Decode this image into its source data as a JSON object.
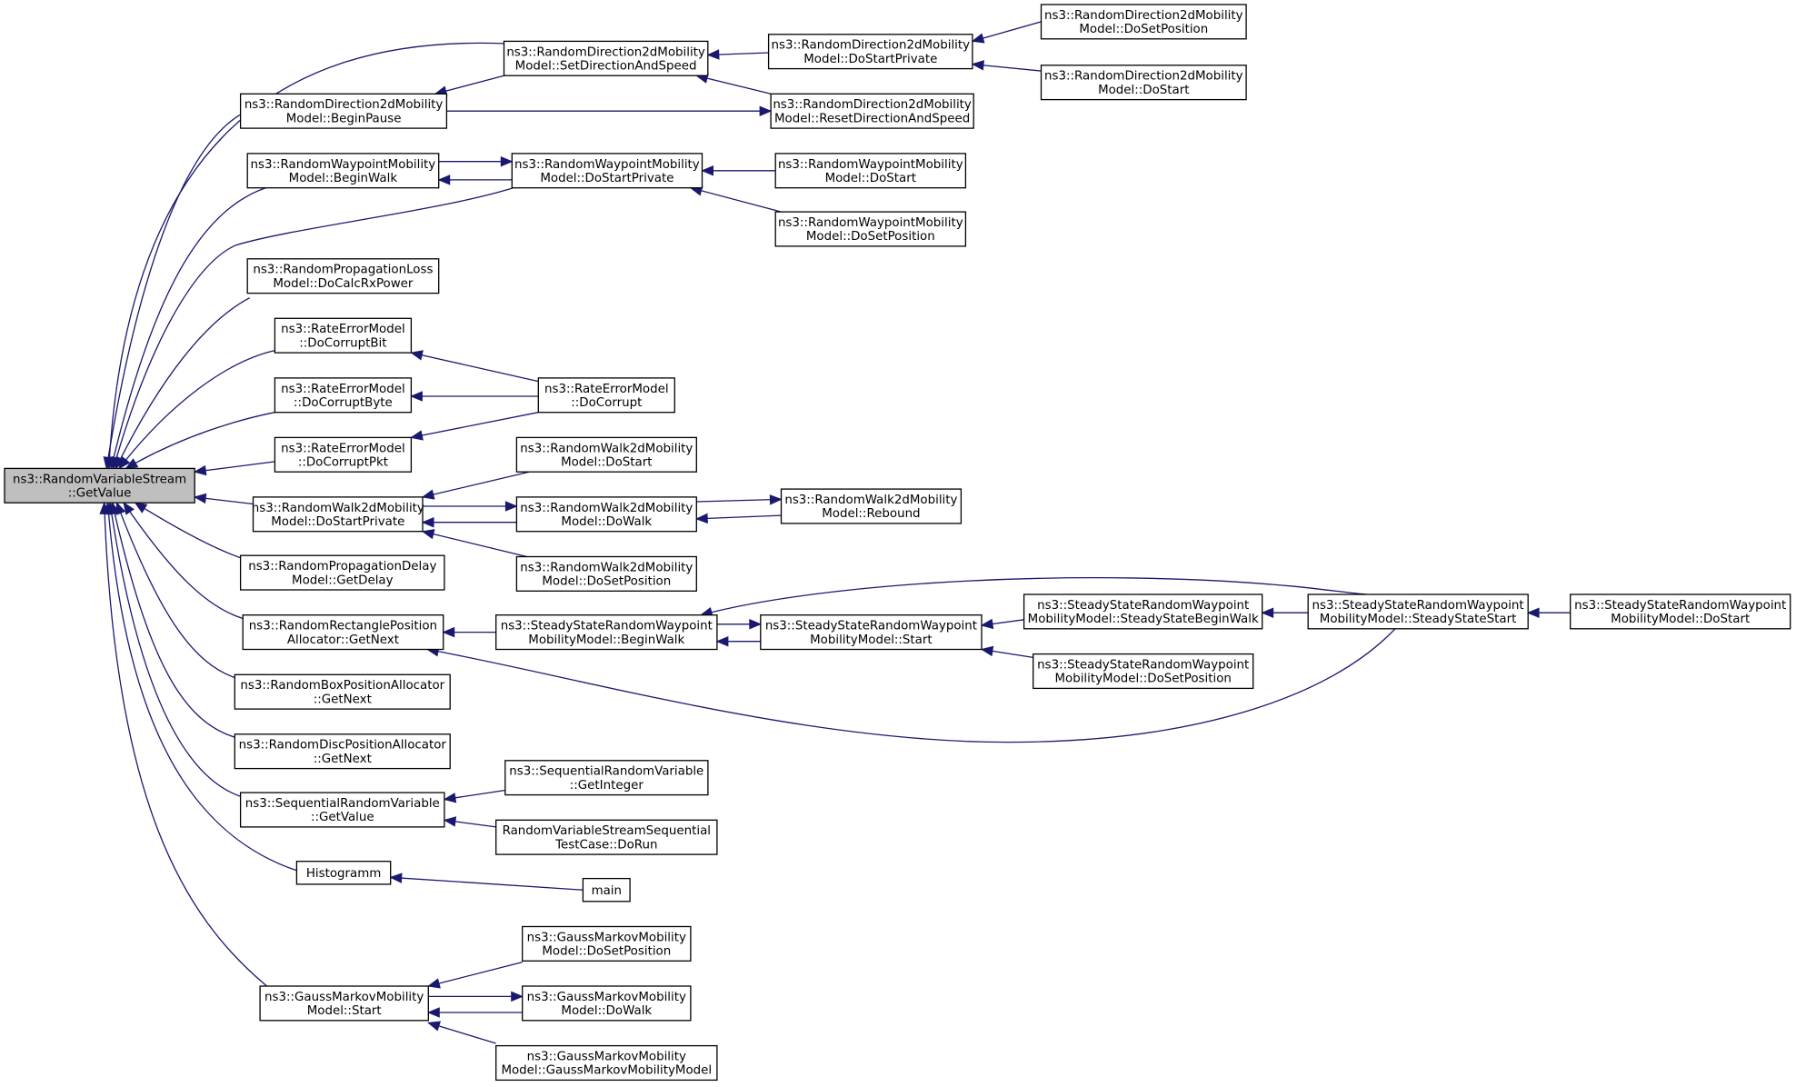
{
  "graph": {
    "type": "caller-graph",
    "root": "root",
    "colors": {
      "edge": "#191970",
      "root_fill": "#bfbfbf",
      "node_fill": "#ffffff",
      "node_border": "#000000"
    },
    "nodes": [
      {
        "id": "root",
        "lines": [
          "ns3::RandomVariableStream",
          "::GetValue"
        ]
      },
      {
        "id": "rd_setdir",
        "lines": [
          "ns3::RandomDirection2dMobility",
          "Model::SetDirectionAndSpeed"
        ]
      },
      {
        "id": "rd_dostartpriv",
        "lines": [
          "ns3::RandomDirection2dMobility",
          "Model::DoStartPrivate"
        ]
      },
      {
        "id": "rd_dosetpos",
        "lines": [
          "ns3::RandomDirection2dMobility",
          "Model::DoSetPosition"
        ]
      },
      {
        "id": "rd_dostart",
        "lines": [
          "ns3::RandomDirection2dMobility",
          "Model::DoStart"
        ]
      },
      {
        "id": "rd_beginpause",
        "lines": [
          "ns3::RandomDirection2dMobility",
          "Model::BeginPause"
        ]
      },
      {
        "id": "rd_resetdir",
        "lines": [
          "ns3::RandomDirection2dMobility",
          "Model::ResetDirectionAndSpeed"
        ]
      },
      {
        "id": "rw_beginwalk",
        "lines": [
          "ns3::RandomWaypointMobility",
          "Model::BeginWalk"
        ]
      },
      {
        "id": "rw_dostartpriv",
        "lines": [
          "ns3::RandomWaypointMobility",
          "Model::DoStartPrivate"
        ]
      },
      {
        "id": "rw_dostart",
        "lines": [
          "ns3::RandomWaypointMobility",
          "Model::DoStart"
        ]
      },
      {
        "id": "rw_dosetpos",
        "lines": [
          "ns3::RandomWaypointMobility",
          "Model::DoSetPosition"
        ]
      },
      {
        "id": "rpl_docalc",
        "lines": [
          "ns3::RandomPropagationLoss",
          "Model::DoCalcRxPower"
        ]
      },
      {
        "id": "rem_bit",
        "lines": [
          "ns3::RateErrorModel",
          "::DoCorruptBit"
        ]
      },
      {
        "id": "rem_byte",
        "lines": [
          "ns3::RateErrorModel",
          "::DoCorruptByte"
        ]
      },
      {
        "id": "rem_pkt",
        "lines": [
          "ns3::RateErrorModel",
          "::DoCorruptPkt"
        ]
      },
      {
        "id": "rem_corrupt",
        "lines": [
          "ns3::RateErrorModel",
          "::DoCorrupt"
        ]
      },
      {
        "id": "rw2_dostart",
        "lines": [
          "ns3::RandomWalk2dMobility",
          "Model::DoStart"
        ]
      },
      {
        "id": "rw2_dostartpriv",
        "lines": [
          "ns3::RandomWalk2dMobility",
          "Model::DoStartPrivate"
        ]
      },
      {
        "id": "rw2_dowalk",
        "lines": [
          "ns3::RandomWalk2dMobility",
          "Model::DoWalk"
        ]
      },
      {
        "id": "rw2_rebound",
        "lines": [
          "ns3::RandomWalk2dMobility",
          "Model::Rebound"
        ]
      },
      {
        "id": "rw2_dosetpos",
        "lines": [
          "ns3::RandomWalk2dMobility",
          "Model::DoSetPosition"
        ]
      },
      {
        "id": "rpd_getdelay",
        "lines": [
          "ns3::RandomPropagationDelay",
          "Model::GetDelay"
        ]
      },
      {
        "id": "rrpa_getnext",
        "lines": [
          "ns3::RandomRectanglePosition",
          "Allocator::GetNext"
        ]
      },
      {
        "id": "ss_beginwalk",
        "lines": [
          "ns3::SteadyStateRandomWaypoint",
          "MobilityModel::BeginWalk"
        ]
      },
      {
        "id": "ss_start",
        "lines": [
          "ns3::SteadyStateRandomWaypoint",
          "MobilityModel::Start"
        ]
      },
      {
        "id": "ss_ssbeginwalk",
        "lines": [
          "ns3::SteadyStateRandomWaypoint",
          "MobilityModel::SteadyStateBeginWalk"
        ]
      },
      {
        "id": "ss_ssstart",
        "lines": [
          "ns3::SteadyStateRandomWaypoint",
          "MobilityModel::SteadyStateStart"
        ]
      },
      {
        "id": "ss_dostart",
        "lines": [
          "ns3::SteadyStateRandomWaypoint",
          "MobilityModel::DoStart"
        ]
      },
      {
        "id": "ss_dosetpos",
        "lines": [
          "ns3::SteadyStateRandomWaypoint",
          "MobilityModel::DoSetPosition"
        ]
      },
      {
        "id": "rbpa_getnext",
        "lines": [
          "ns3::RandomBoxPositionAllocator",
          "::GetNext"
        ]
      },
      {
        "id": "rdpa_getnext",
        "lines": [
          "ns3::RandomDiscPositionAllocator",
          "::GetNext"
        ]
      },
      {
        "id": "srv_getvalue",
        "lines": [
          "ns3::SequentialRandomVariable",
          "::GetValue"
        ]
      },
      {
        "id": "srv_getint",
        "lines": [
          "ns3::SequentialRandomVariable",
          "::GetInteger"
        ]
      },
      {
        "id": "rvs_seqtest",
        "lines": [
          "RandomVariableStreamSequential",
          "TestCase::DoRun"
        ]
      },
      {
        "id": "histogramm",
        "lines": [
          "Histogramm"
        ]
      },
      {
        "id": "main",
        "lines": [
          "main"
        ]
      },
      {
        "id": "gm_dosetpos",
        "lines": [
          "ns3::GaussMarkovMobility",
          "Model::DoSetPosition"
        ]
      },
      {
        "id": "gm_start",
        "lines": [
          "ns3::GaussMarkovMobility",
          "Model::Start"
        ]
      },
      {
        "id": "gm_dowalk",
        "lines": [
          "ns3::GaussMarkovMobility",
          "Model::DoWalk"
        ]
      },
      {
        "id": "gm_ctor",
        "lines": [
          "ns3::GaussMarkovMobility",
          "Model::GaussMarkovMobilityModel"
        ]
      }
    ],
    "edges": [
      {
        "from": "rd_setdir",
        "to": "root"
      },
      {
        "from": "rd_beginpause",
        "to": "root"
      },
      {
        "from": "rw_beginwalk",
        "to": "root"
      },
      {
        "from": "rw_dostartpriv",
        "to": "root"
      },
      {
        "from": "rpl_docalc",
        "to": "root"
      },
      {
        "from": "rem_bit",
        "to": "root"
      },
      {
        "from": "rem_byte",
        "to": "root"
      },
      {
        "from": "rem_pkt",
        "to": "root"
      },
      {
        "from": "rw2_dostartpriv",
        "to": "root"
      },
      {
        "from": "rpd_getdelay",
        "to": "root"
      },
      {
        "from": "rrpa_getnext",
        "to": "root"
      },
      {
        "from": "rbpa_getnext",
        "to": "root"
      },
      {
        "from": "rdpa_getnext",
        "to": "root"
      },
      {
        "from": "srv_getvalue",
        "to": "root"
      },
      {
        "from": "histogramm",
        "to": "root"
      },
      {
        "from": "gm_start",
        "to": "root"
      },
      {
        "from": "rd_dostartpriv",
        "to": "rd_setdir"
      },
      {
        "from": "rd_resetdir",
        "to": "rd_setdir"
      },
      {
        "from": "rd_beginpause",
        "to": "rd_resetdir"
      },
      {
        "from": "rd_setdir",
        "to": "rd_beginpause"
      },
      {
        "from": "rd_dosetpos",
        "to": "rd_dostartpriv"
      },
      {
        "from": "rd_dostart",
        "to": "rd_dostartpriv"
      },
      {
        "from": "rw_beginwalk",
        "to": "rw_dostartpriv"
      },
      {
        "from": "rw_dostartpriv",
        "to": "rw_beginwalk"
      },
      {
        "from": "rw_dostart",
        "to": "rw_dostartpriv"
      },
      {
        "from": "rw_dosetpos",
        "to": "rw_dostartpriv"
      },
      {
        "from": "rem_corrupt",
        "to": "rem_bit"
      },
      {
        "from": "rem_corrupt",
        "to": "rem_byte"
      },
      {
        "from": "rem_corrupt",
        "to": "rem_pkt"
      },
      {
        "from": "rw2_dostart",
        "to": "rw2_dostartpriv"
      },
      {
        "from": "rw2_dostartpriv",
        "to": "rw2_dowalk"
      },
      {
        "from": "rw2_dowalk",
        "to": "rw2_dostartpriv"
      },
      {
        "from": "rw2_dosetpos",
        "to": "rw2_dostartpriv"
      },
      {
        "from": "rw2_dowalk",
        "to": "rw2_rebound"
      },
      {
        "from": "rw2_rebound",
        "to": "rw2_dowalk"
      },
      {
        "from": "ss_beginwalk",
        "to": "rrpa_getnext"
      },
      {
        "from": "ss_ssstart",
        "to": "rrpa_getnext"
      },
      {
        "from": "ss_beginwalk",
        "to": "ss_start"
      },
      {
        "from": "ss_start",
        "to": "ss_beginwalk"
      },
      {
        "from": "ss_ssstart",
        "to": "ss_beginwalk"
      },
      {
        "from": "ss_ssbeginwalk",
        "to": "ss_start"
      },
      {
        "from": "ss_dosetpos",
        "to": "ss_start"
      },
      {
        "from": "ss_ssstart",
        "to": "ss_ssbeginwalk"
      },
      {
        "from": "ss_dostart",
        "to": "ss_ssstart"
      },
      {
        "from": "srv_getint",
        "to": "srv_getvalue"
      },
      {
        "from": "rvs_seqtest",
        "to": "srv_getvalue"
      },
      {
        "from": "main",
        "to": "histogramm"
      },
      {
        "from": "gm_dosetpos",
        "to": "gm_start"
      },
      {
        "from": "gm_start",
        "to": "gm_dowalk"
      },
      {
        "from": "gm_dowalk",
        "to": "gm_start"
      },
      {
        "from": "gm_ctor",
        "to": "gm_start"
      }
    ]
  }
}
